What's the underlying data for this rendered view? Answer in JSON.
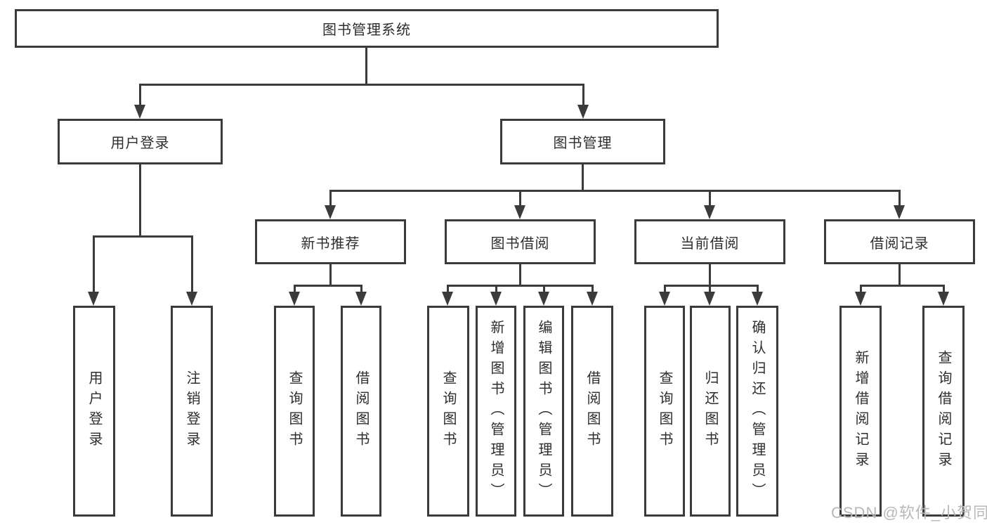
{
  "diagram": {
    "root": {
      "label": "图书管理系统"
    },
    "branches": [
      {
        "label": "用户登录",
        "children": [
          {
            "label": "用户登录"
          },
          {
            "label": "注销登录"
          }
        ]
      },
      {
        "label": "图书管理",
        "children": [
          {
            "label": "新书推荐",
            "children": [
              {
                "label": "查询图书"
              },
              {
                "label": "借阅图书"
              }
            ]
          },
          {
            "label": "图书借阅",
            "children": [
              {
                "label": "查询图书"
              },
              {
                "label": "新增图书（管理员）"
              },
              {
                "label": "编辑图书（管理员）"
              },
              {
                "label": "借阅图书"
              }
            ]
          },
          {
            "label": "当前借阅",
            "children": [
              {
                "label": "查询图书"
              },
              {
                "label": "归还图书"
              },
              {
                "label": "确认归还（管理员）"
              }
            ]
          },
          {
            "label": "借阅记录",
            "children": [
              {
                "label": "新增借阅记录"
              },
              {
                "label": "查询借阅记录"
              }
            ]
          }
        ]
      }
    ]
  },
  "watermark": "CSDN @软件_小贺同学",
  "colors": {
    "line": "#3b3b3b",
    "text": "#2e2e2e",
    "watermark": "#b8b8b8",
    "background": "#ffffff"
  }
}
